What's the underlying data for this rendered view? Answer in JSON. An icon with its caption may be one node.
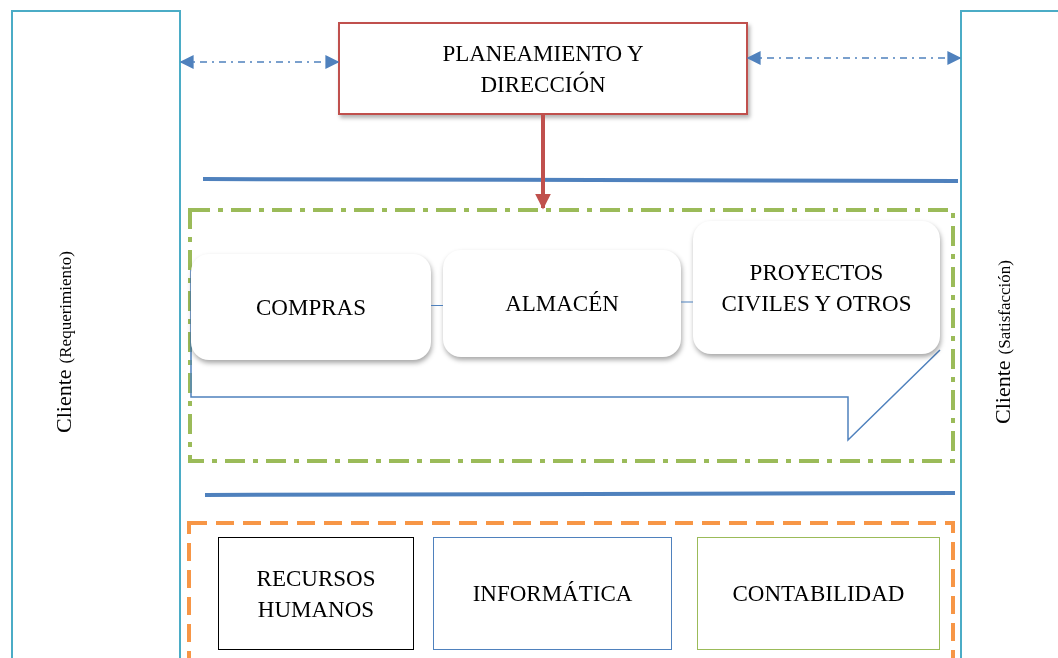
{
  "diagram": {
    "nodes": [
      {
        "text": [
          "Cliente",
          "(Requerimiento)"
        ]
      },
      {
        "text": [
          "Cliente",
          "(Satisfacción)"
        ]
      },
      {
        "text": [
          "PLANEAMIENTO Y DIRECCIÓN"
        ]
      },
      {
        "text": [],
        "shape": "box"
      },
      {
        "text": [
          "COMPRAS"
        ],
        "in": 3
      },
      {
        "text": [
          "ALMACÉN"
        ],
        "in": 3
      },
      {
        "text": [
          "PROYECTOS CIVILES Y OTROS"
        ],
        "in": 3
      },
      {
        "text": [],
        "shape": "box"
      },
      {
        "text": [
          "RECURSOS HUMANOS"
        ],
        "in": 7
      },
      {
        "text": [
          "INFORMÁTICA"
        ],
        "in": 7
      },
      {
        "text": [
          "CONTABILIDAD"
        ],
        "in": 7
      }
    ],
    "edges": [
      {
        "from": 0,
        "to": 2,
        "arrow": "both",
        "style": "dashed"
      },
      {
        "from": 2,
        "to": 1,
        "arrow": "both",
        "style": "dashed"
      },
      {
        "from": 2,
        "to": 3,
        "arrow": "to",
        "style": "thick",
        "color": "#c0504d"
      },
      {
        "from": 4,
        "to": 5,
        "arrow": "none"
      },
      {
        "from": 5,
        "to": 6,
        "arrow": "none"
      }
    ]
  }
}
